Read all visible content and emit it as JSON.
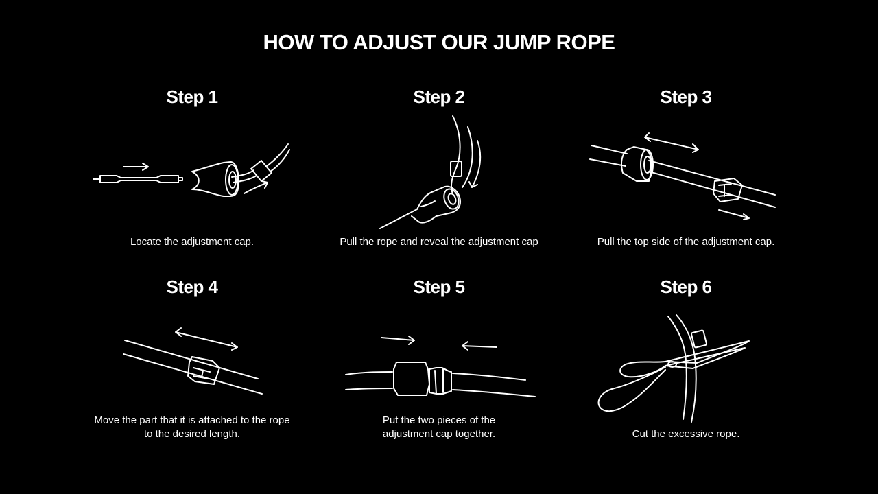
{
  "title": "HOW TO ADJUST OUR JUMP ROPE",
  "steps": [
    {
      "label": "Step 1",
      "caption": [
        "Locate the adjustment cap."
      ],
      "illustration_icon": "adjustment-cap-locate-icon"
    },
    {
      "label": "Step 2",
      "caption": [
        "Pull the rope and reveal the adjustment cap"
      ],
      "illustration_icon": "rope-pull-reveal-icon"
    },
    {
      "label": "Step 3",
      "caption": [
        "Pull the top side of the adjustment cap."
      ],
      "illustration_icon": "cap-pull-top-icon"
    },
    {
      "label": "Step 4",
      "caption": [
        "Move the part that it is attached to the rope",
        "to the desired length."
      ],
      "illustration_icon": "slide-to-length-icon"
    },
    {
      "label": "Step 5",
      "caption": [
        "Put the two pieces of the",
        "adjustment cap together."
      ],
      "illustration_icon": "join-cap-pieces-icon"
    },
    {
      "label": "Step 6",
      "caption": [
        "Cut the excessive rope."
      ],
      "illustration_icon": "scissors-cut-rope-icon"
    }
  ],
  "colors": {
    "background": "#000000",
    "foreground": "#ffffff"
  }
}
